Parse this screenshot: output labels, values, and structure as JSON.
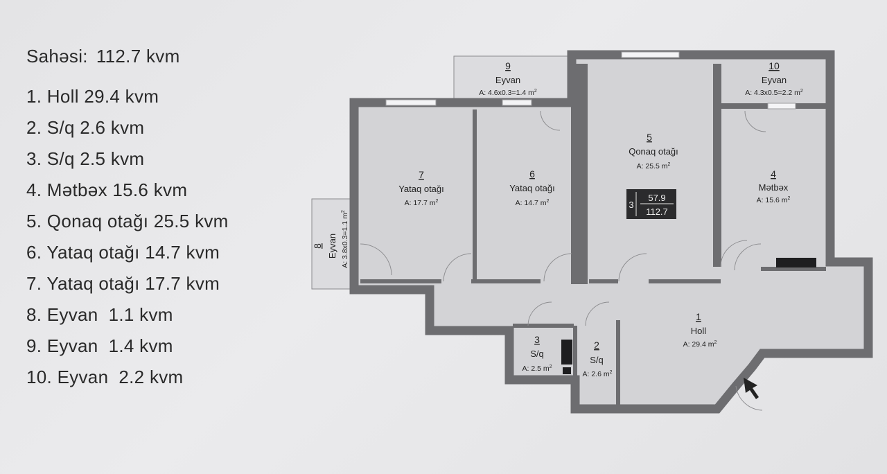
{
  "summary": {
    "label": "Sahəsi:",
    "value": "112.7 kvm"
  },
  "legend": [
    "1. Holl 29.4 kvm",
    "2. S/q 2.6 kvm",
    "3. S/q 2.5 kvm",
    "4. Mətbəx 15.6 kvm",
    "5. Qonaq otağı 25.5 kvm",
    "6. Yataq otağı 14.7 kvm",
    "7. Yataq otağı 17.7 kvm",
    "8. Eyvan  1.1 kvm",
    "9. Eyvan  1.4 kvm",
    "10. Eyvan  2.2 kvm"
  ],
  "rooms": {
    "r1": {
      "num": "1",
      "name": "Holl",
      "area": "A: 29.4 m",
      "unit_exp": "2"
    },
    "r2": {
      "num": "2",
      "name": "S/q",
      "area": "A: 2.6 m",
      "unit_exp": "2"
    },
    "r3": {
      "num": "3",
      "name": "S/q",
      "area": "A: 2.5 m",
      "unit_exp": "2"
    },
    "r4": {
      "num": "4",
      "name": "Mətbəx",
      "area": "A: 15.6 m",
      "unit_exp": "2"
    },
    "r5": {
      "num": "5",
      "name": "Qonaq otağı",
      "area": "A: 25.5 m",
      "unit_exp": "2"
    },
    "r6": {
      "num": "6",
      "name": "Yataq otağı",
      "area": "A: 14.7 m",
      "unit_exp": "2"
    },
    "r7": {
      "num": "7",
      "name": "Yataq otağı",
      "area": "A: 17.7 m",
      "unit_exp": "2"
    },
    "r8": {
      "num": "8",
      "name": "Eyvan",
      "area": "A: 3.8x0.3=1.1 m",
      "unit_exp": "2"
    },
    "r9": {
      "num": "9",
      "name": "Eyvan",
      "area": "A: 4.6x0.3=1.4 m",
      "unit_exp": "2"
    },
    "r10": {
      "num": "10",
      "name": "Eyvan",
      "area": "A: 4.3x0.5=2.2 m",
      "unit_exp": "2"
    }
  },
  "badge": {
    "rooms": "3",
    "living": "57.9",
    "total": "112.7"
  },
  "colors": {
    "wall": "#6d6d70",
    "floor": "#d3d3d6",
    "balcony": "#dcdcdf",
    "badge": "#2b2b2d",
    "fixture": "#1e1e20"
  }
}
